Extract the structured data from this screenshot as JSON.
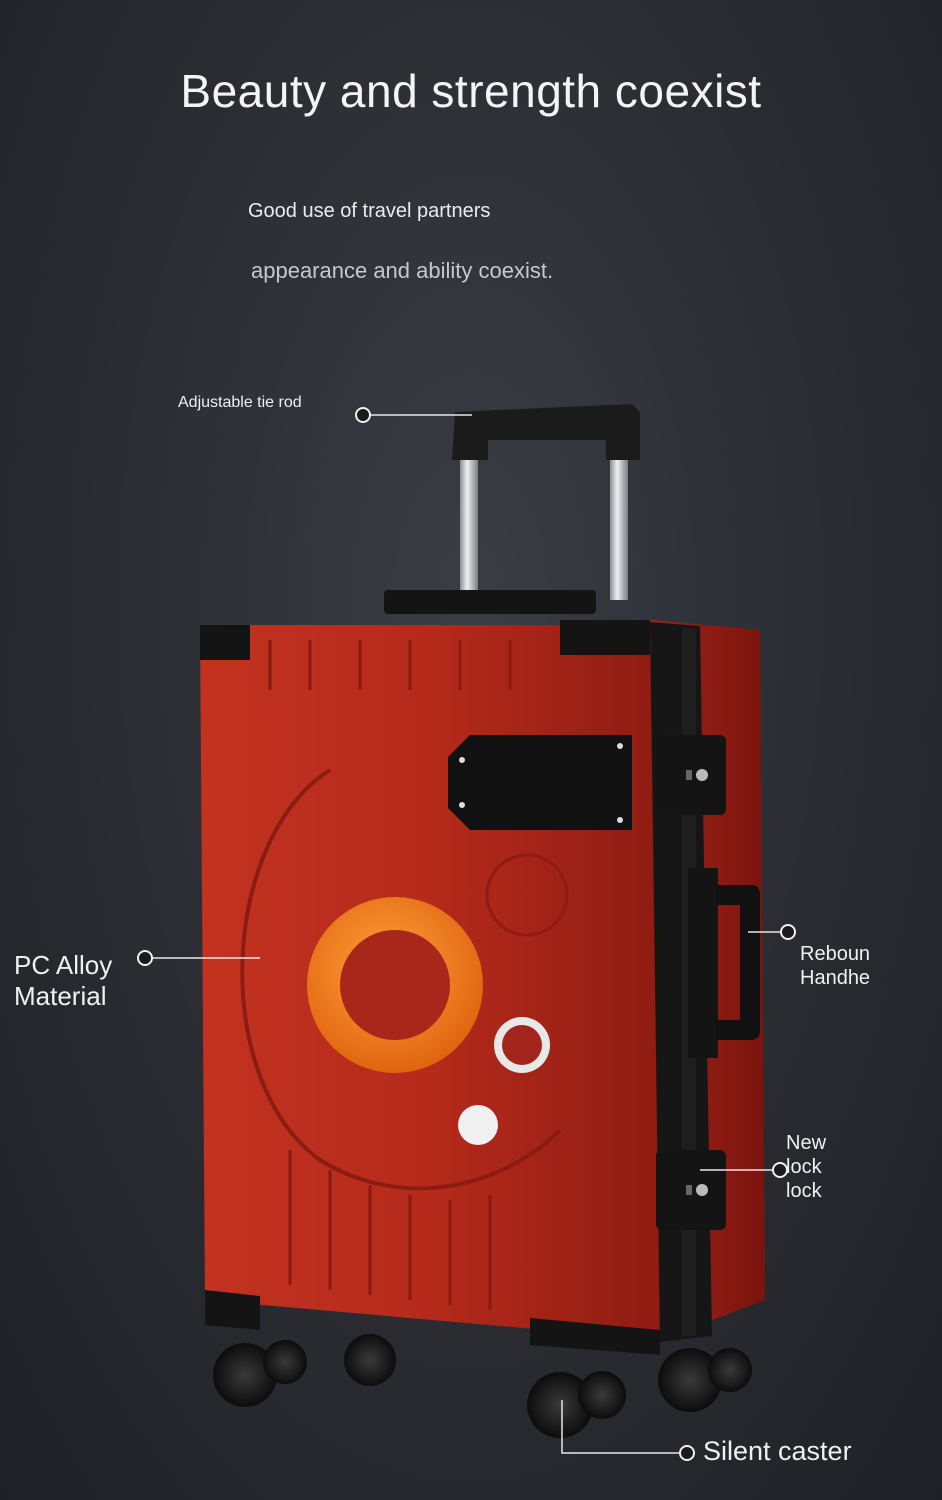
{
  "headline": "Beauty and strength coexist",
  "subtitle_1": "Good use of travel partners",
  "subtitle_2": "appearance and ability coexist.",
  "callouts": {
    "tie_rod": "Adjustable tie rod",
    "pc_alloy_line1": "PC Alloy",
    "pc_alloy_line2": "Material",
    "rebound_line1": "Reboun",
    "rebound_line2": "Handhe",
    "lock_line1": "New",
    "lock_line2": "lock",
    "lock_line3": "lock",
    "caster": "Silent caster"
  },
  "colors": {
    "background": "#2a2c32",
    "suitcase_red": "#b8281e",
    "accent_orange": "#f07a1a",
    "frame_black": "#161616"
  }
}
